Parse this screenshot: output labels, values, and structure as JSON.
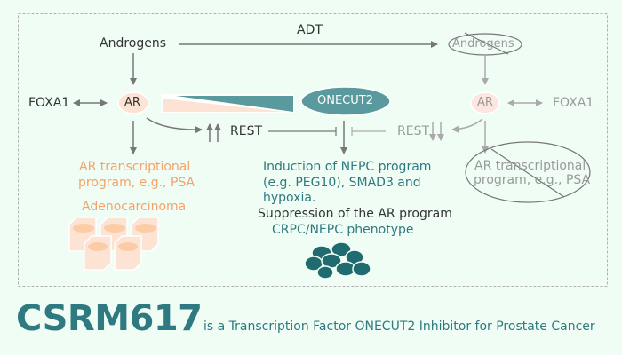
{
  "diagram": {
    "left_pathway": {
      "androgens": "Androgens",
      "foxa1": "FOXA1",
      "ar": "AR",
      "rest": "REST",
      "ar_program": [
        "AR transcriptional",
        "program, e.g., PSA"
      ],
      "adenocarcinoma": "Adenocarcinoma"
    },
    "adt_label": "ADT",
    "center": {
      "onecut2": "ONECUT2",
      "nepc_induction": [
        "Induction of NEPC program",
        "(e.g. PEG10), SMAD3 and",
        "hypoxia."
      ],
      "suppression": "Suppression of the AR program",
      "phenotype": "CRPC/NEPC phenotype"
    },
    "right_pathway": {
      "androgens": "Androgens",
      "ar": "AR",
      "foxa1": "FOXA1",
      "rest": "REST",
      "ar_program": [
        "AR transcriptional",
        "program, e.g., PSA"
      ]
    },
    "colors": {
      "background": "#effdf5",
      "teal": "#5a9a9e",
      "teal_dark": "#2e7a80",
      "peach": "#fde3d3",
      "orange_text": "#f5a266",
      "arrow": "#777777",
      "arrow_muted": "#aaaaaa"
    }
  },
  "footer": {
    "title": "CSRM617",
    "subtitle": "is a Transcription Factor ONECUT2 Inhibitor for Prostate Cancer"
  }
}
